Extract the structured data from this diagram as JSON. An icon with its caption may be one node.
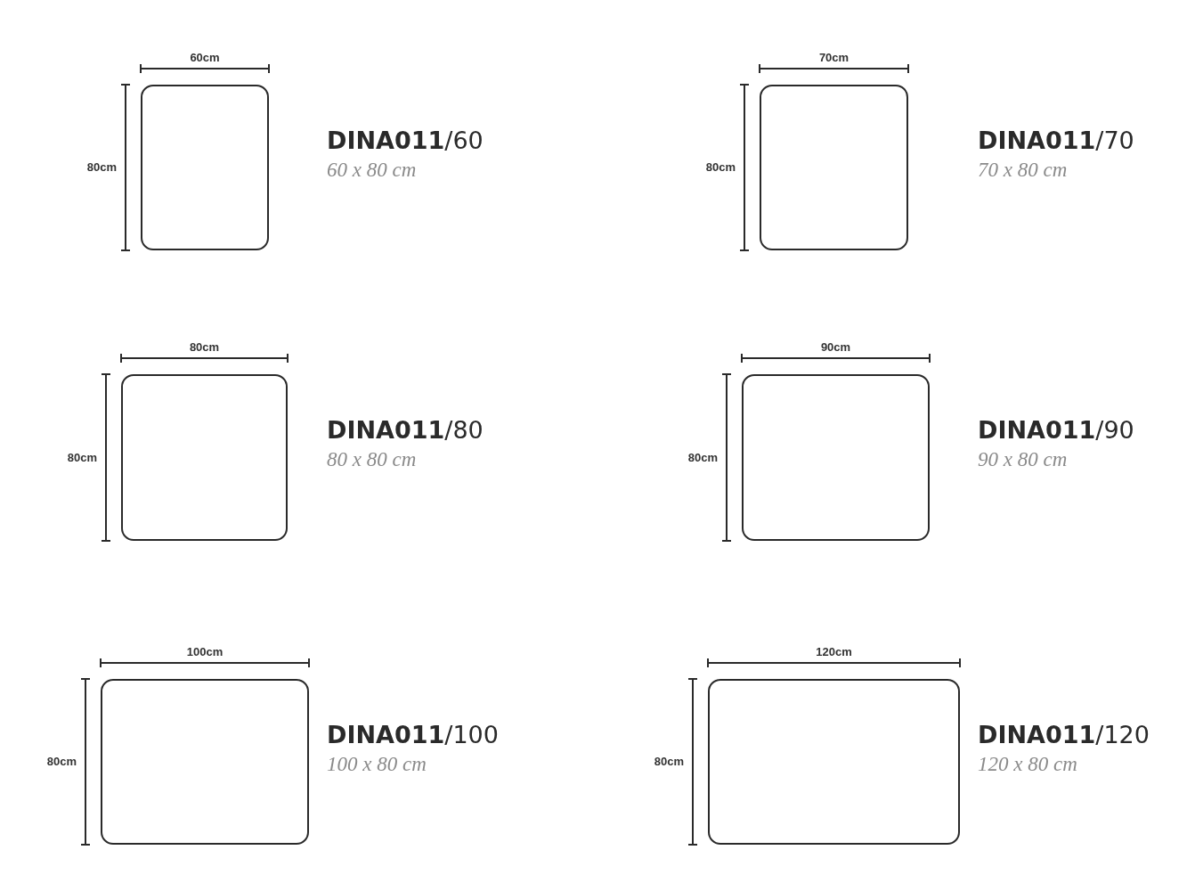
{
  "diagram": {
    "nodes": [
      {
        "text": [],
        "shape": "box",
        "beside": [
          "**DINA011**/60",
          "60 x 80 cm"
        ]
      },
      {
        "text": [],
        "shape": "box",
        "beside": [
          "**DINA011**/70",
          "70 x 80 cm"
        ]
      },
      {
        "text": [],
        "shape": "box",
        "beside": [
          "**DINA011**/80",
          "80 x 80 cm"
        ]
      },
      {
        "text": [],
        "shape": "box",
        "beside": [
          "**DINA011**/90",
          "90 x 80 cm"
        ]
      },
      {
        "text": [],
        "shape": "box",
        "beside": [
          "**DINA011**/100",
          "100 x 80 cm"
        ]
      },
      {
        "text": [],
        "shape": "box",
        "beside": [
          "**DINA011**/120",
          "120 x 80 cm"
        ]
      }
    ],
    "labels": [
      "60cm",
      "70cm",
      "80cm",
      "80cm",
      "80cm",
      "90cm",
      "80cm",
      "80cm",
      "100cm",
      "120cm",
      "80cm",
      "80cm"
    ]
  }
}
